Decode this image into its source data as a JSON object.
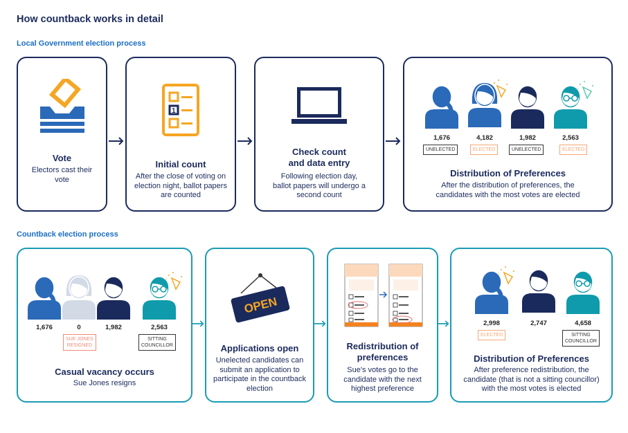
{
  "page_title": "How countback works in detail",
  "local": {
    "heading": "Local Government election process",
    "steps": [
      {
        "title": "Vote",
        "body": "Electors cast their vote",
        "icon": "ballot-box-icon"
      },
      {
        "title": "Initial count",
        "body": "After the close of voting on election night, ballot papers are counted",
        "icon": "clipboard-checklist-icon"
      },
      {
        "title": "Check count and data entry",
        "title_line1": "Check count",
        "title_line2": "and data entry",
        "body": "Following election day, ballot papers will undergo a second count",
        "icon": "laptop-icon"
      },
      {
        "title": "Distribution of Preferences",
        "body": "After the distribution of preferences, the candidates with the most votes are elected",
        "candidates": [
          {
            "votes": "1,676",
            "status": "UNELECTED"
          },
          {
            "votes": "4,182",
            "status": "ELECTED"
          },
          {
            "votes": "1,982",
            "status": "UNELECTED"
          },
          {
            "votes": "2,563",
            "status": "ELECTED"
          }
        ]
      }
    ]
  },
  "countback": {
    "heading": "Countback election process",
    "steps": [
      {
        "title": "Casual vacancy occurs",
        "body": "Sue Jones resigns",
        "candidates": [
          {
            "votes": "1,676",
            "status": ""
          },
          {
            "votes": "0",
            "status_line1": "SUE JONES",
            "status_line2": "RESIGNED"
          },
          {
            "votes": "1,982",
            "status": ""
          },
          {
            "votes": "2,563",
            "status_line1": "SITTING",
            "status_line2": "COUNCILLOR"
          }
        ]
      },
      {
        "title": "Applications open",
        "body": "Unelected candidates can submit an application to participate in the countback election",
        "sign_text": "OPEN"
      },
      {
        "title_line1": "Redistribution of",
        "title_line2": "preferences",
        "body": "Sue's votes go to the candidate with the next highest preference"
      },
      {
        "title": "Distribution of Preferences",
        "body": "After preference redistribution, the candidate (that is not a sitting councillor) with the most votes is elected",
        "candidates": [
          {
            "votes": "2,998",
            "status": "ELECTED"
          },
          {
            "votes": "2,747",
            "status": ""
          },
          {
            "votes": "4,658",
            "status_line1": "SITTING",
            "status_line2": "COUNCILLOR"
          }
        ]
      }
    ]
  },
  "colors": {
    "navy": "#1b2a5c",
    "teal": "#1a9bb5",
    "blue": "#2a6ab8",
    "orange": "#f5a623",
    "light_blue": "#1a6fc4"
  }
}
